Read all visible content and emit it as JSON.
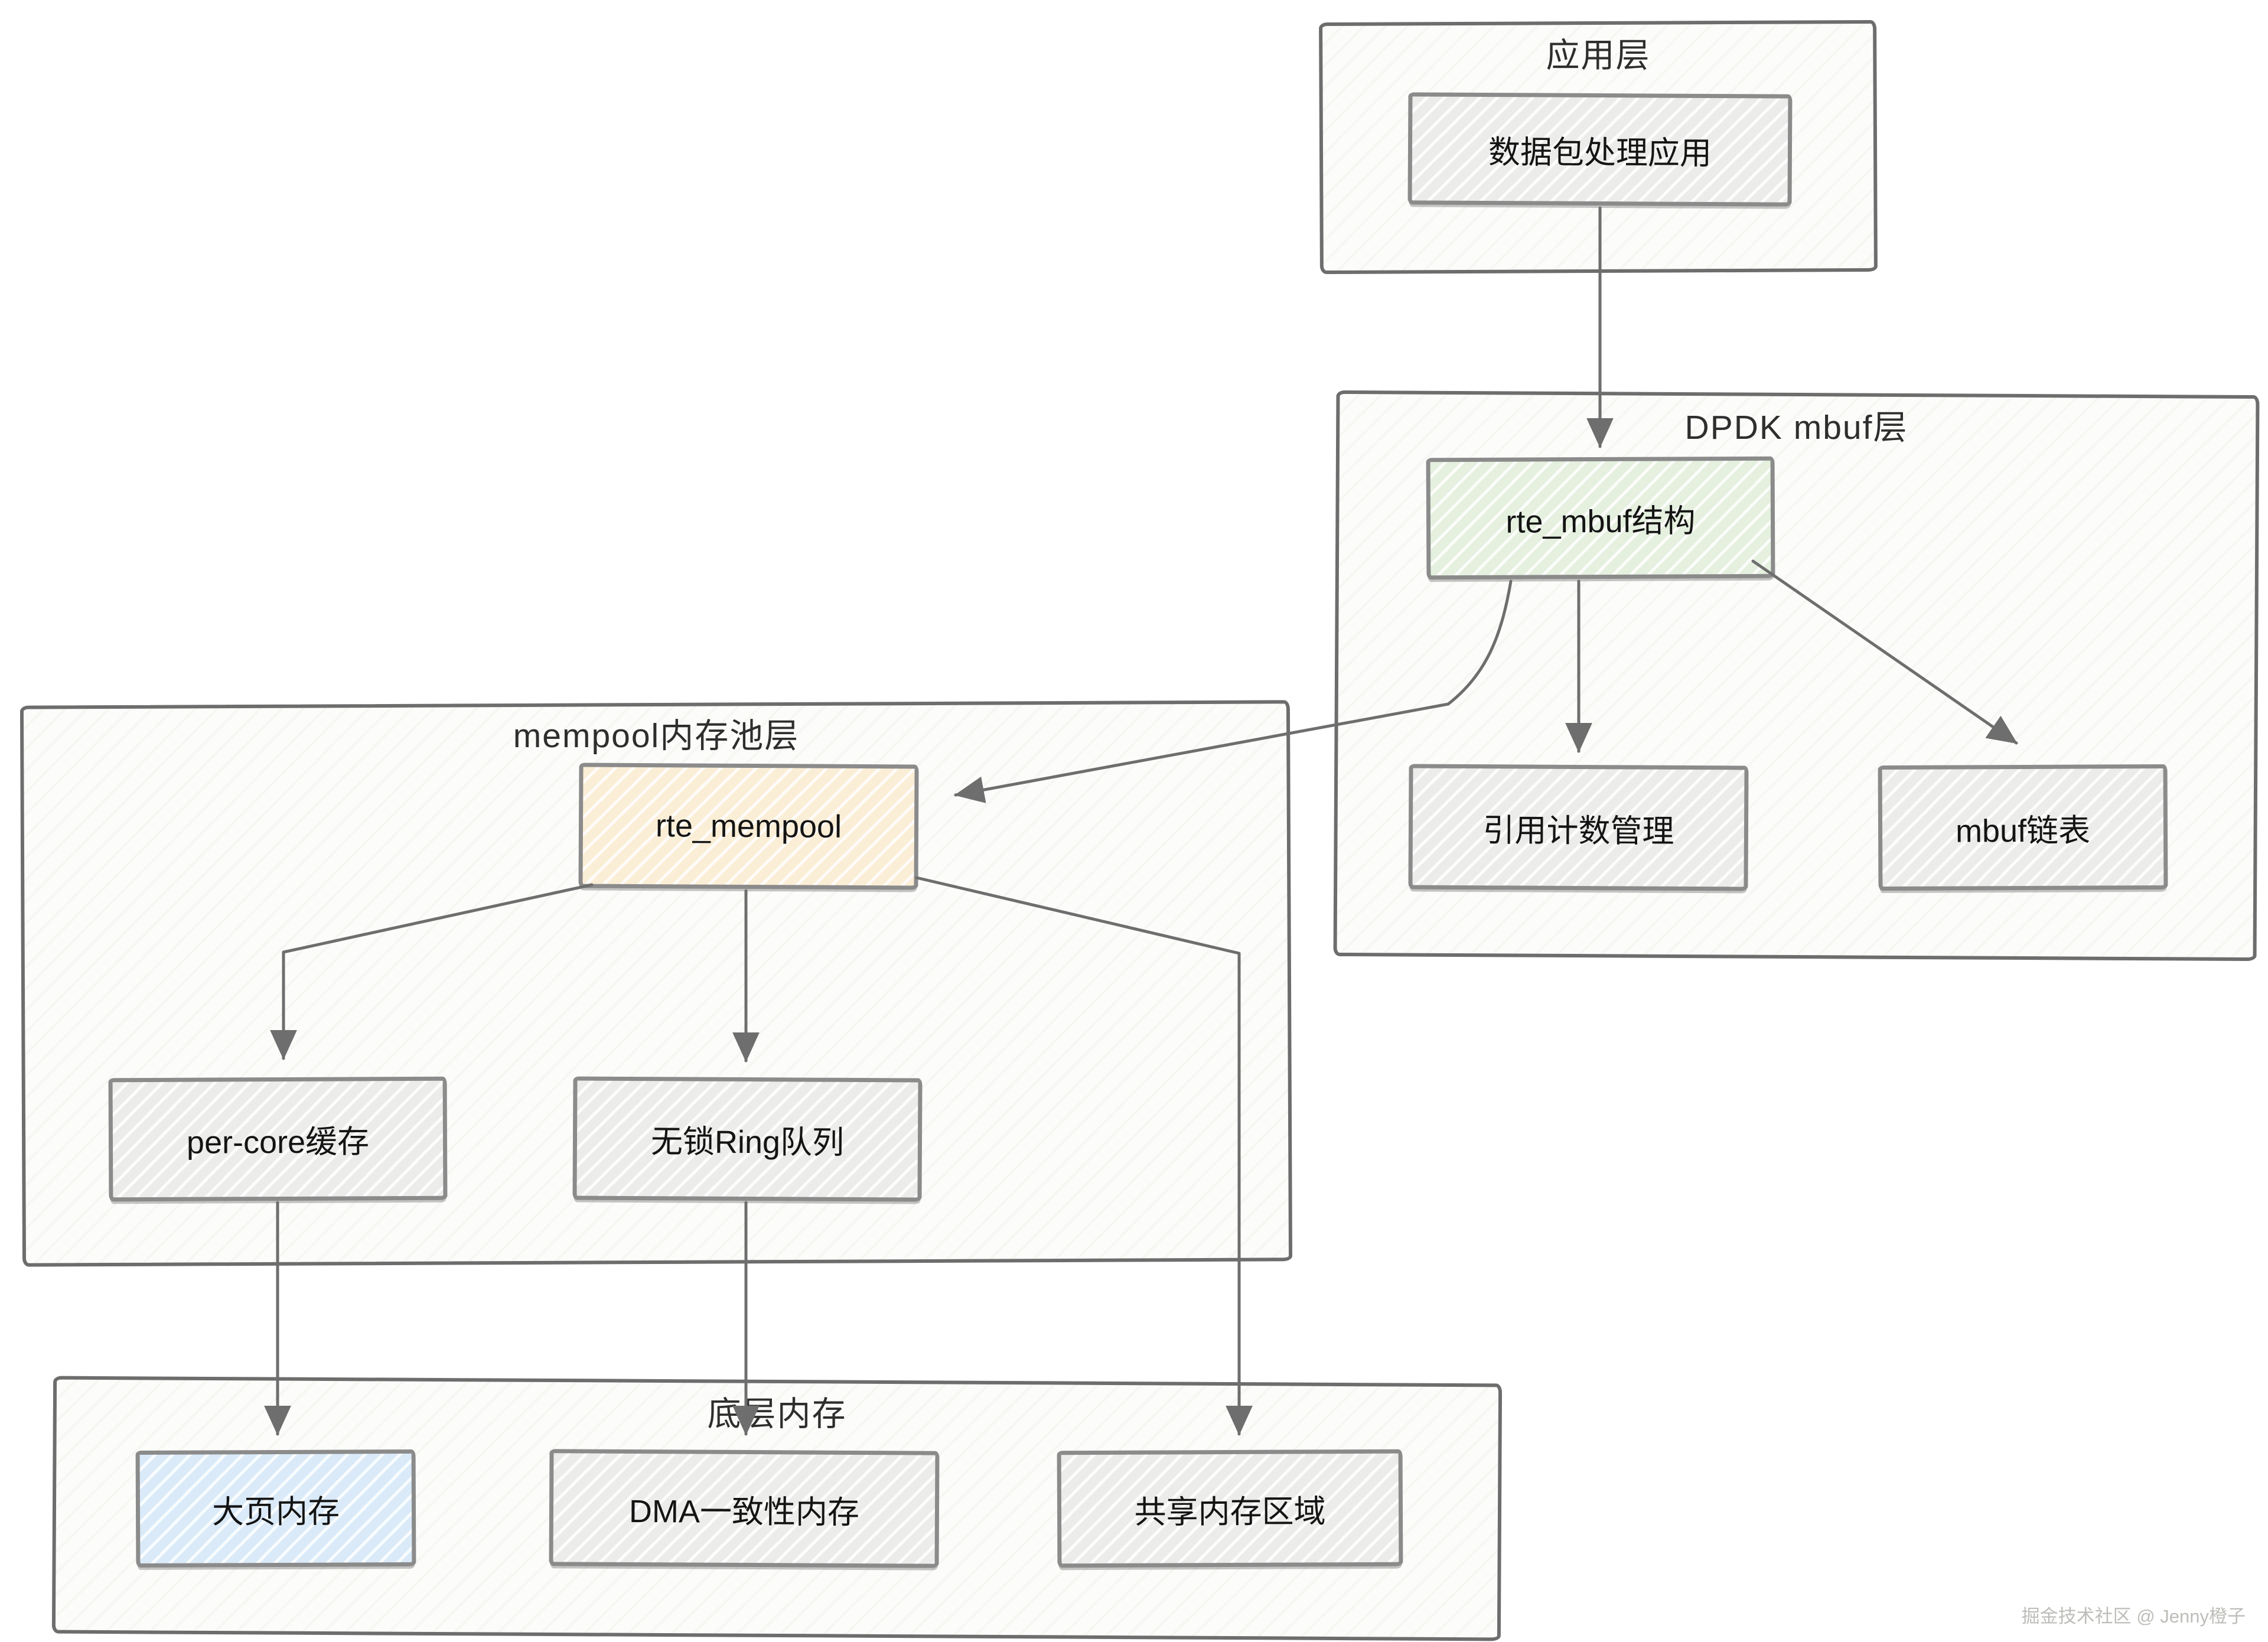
{
  "app_layer": {
    "title": "应用层",
    "node_pkt_app": "数据包处理应用"
  },
  "dpdk_layer": {
    "title": "DPDK mbuf层",
    "node_rte_mbuf": "rte_mbuf结构",
    "node_refcount": "引用计数管理",
    "node_mbuf_list": "mbuf链表"
  },
  "mempool_layer": {
    "title": "mempool内存池层",
    "node_rte_mempool": "rte_mempool",
    "node_per_core": "per-core缓存",
    "node_ring": "无锁Ring队列"
  },
  "bottom_layer": {
    "title": "底层内存",
    "node_hugepage": "大页内存",
    "node_dma": "DMA一致性内存",
    "node_shared": "共享内存区域"
  },
  "watermark": "掘金技术社区 @ Jenny橙子",
  "edges": [
    {
      "from": "数据包处理应用",
      "to": "rte_mbuf结构"
    },
    {
      "from": "rte_mbuf结构",
      "to": "引用计数管理"
    },
    {
      "from": "rte_mbuf结构",
      "to": "mbuf链表"
    },
    {
      "from": "rte_mbuf结构",
      "to": "rte_mempool"
    },
    {
      "from": "rte_mempool",
      "to": "per-core缓存"
    },
    {
      "from": "rte_mempool",
      "to": "无锁Ring队列"
    },
    {
      "from": "rte_mempool",
      "to": "共享内存区域"
    },
    {
      "from": "per-core缓存",
      "to": "大页内存"
    },
    {
      "from": "无锁Ring队列",
      "to": "DMA一致性内存"
    }
  ],
  "colors": {
    "node_gray": "#ececea",
    "node_green": "#e5f0df",
    "node_orange": "#fbeed6",
    "node_blue": "#daeaf8",
    "node_border": "#8b8b8b",
    "container_bg": "#fcfcfa",
    "container_border": "#6d6d6d",
    "line": "#6e6e6e",
    "title_text": "#2e2e2e",
    "node_text": "#141414",
    "watermark_text": "#bdbdb9"
  }
}
